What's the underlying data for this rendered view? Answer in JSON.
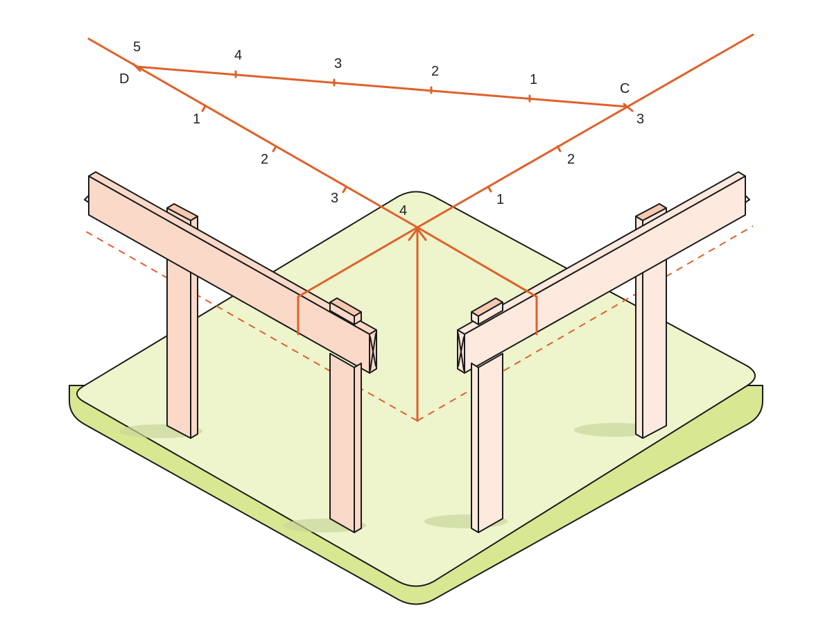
{
  "diagram": {
    "labels": {
      "point_d": "D",
      "point_c": "C",
      "point_d_count": "5",
      "point_c_count": "3",
      "corner_count": "4",
      "dc_ticks": [
        "1",
        "2",
        "3",
        "4"
      ],
      "left_ticks": [
        "1",
        "2",
        "3"
      ],
      "right_ticks": [
        "1",
        "2"
      ]
    },
    "colors": {
      "layout_line": "#e0602a",
      "base_top": "#eef5cc",
      "base_side": "#d8e892",
      "beam_left": "#fbd9c8",
      "post_left": "#fbd9c8",
      "beam_right": "#fde9dd",
      "post_right": "#fde9dd",
      "post_top": "#f7c9b1",
      "outline": "#1a1a1a",
      "shadow": "#c9d79a"
    }
  }
}
